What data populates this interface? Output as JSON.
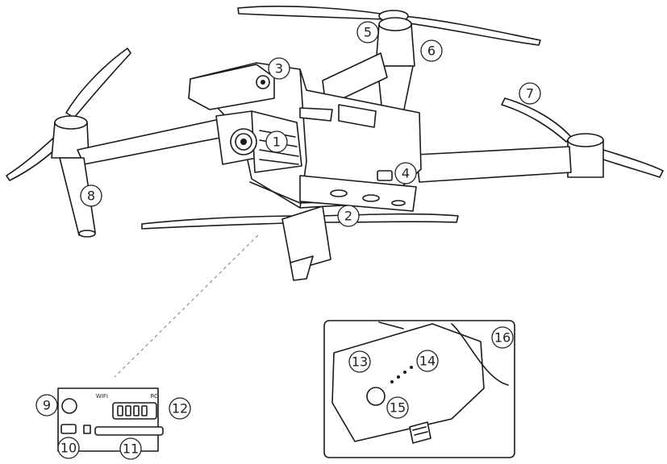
{
  "callouts": [
    "1",
    "2",
    "3",
    "4",
    "5",
    "6",
    "7",
    "8",
    "9",
    "10",
    "11",
    "12",
    "13",
    "14",
    "15",
    "16"
  ],
  "port_panel": {
    "wifi_label": "WIFI",
    "rc_label": "RC"
  }
}
